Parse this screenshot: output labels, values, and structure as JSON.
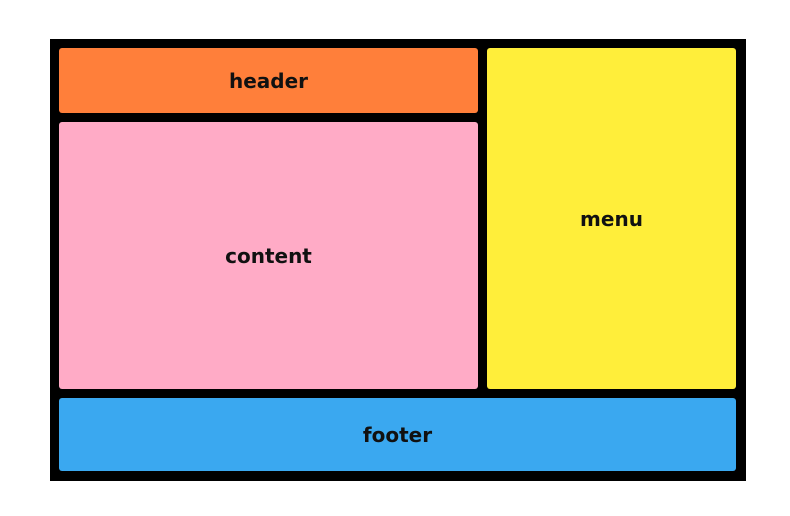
{
  "areas": {
    "header": {
      "label": "header",
      "color": "#FF7F3A"
    },
    "content": {
      "label": "content",
      "color": "#FFABC6"
    },
    "menu": {
      "label": "menu",
      "color": "#FFEE3A"
    },
    "footer": {
      "label": "footer",
      "color": "#3AA8F0"
    }
  },
  "frame_color": "#000000"
}
